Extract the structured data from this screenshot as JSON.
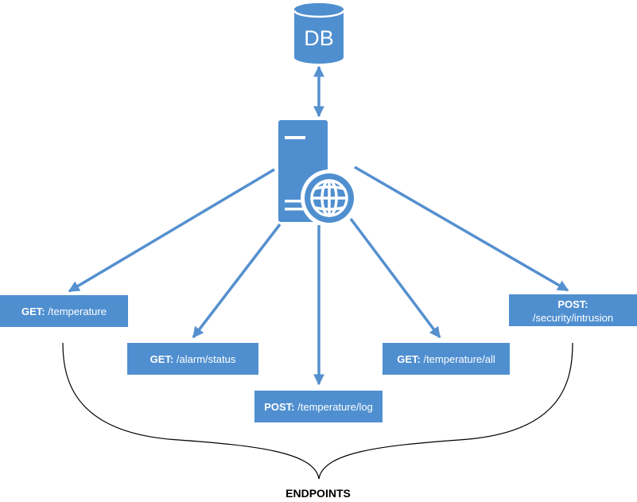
{
  "database": {
    "label": "DB"
  },
  "server": {
    "icon": "web-server-icon",
    "color": "#4f8fd0"
  },
  "endpoints": [
    {
      "method": "GET:",
      "path": "/temperature"
    },
    {
      "method": "GET:",
      "path": "/alarm/status"
    },
    {
      "method": "POST:",
      "path": "/temperature/log"
    },
    {
      "method": "GET:",
      "path": "/temperature/all"
    },
    {
      "method": "POST:",
      "path": "/security/intrusion"
    }
  ],
  "brace": {
    "label": "ENDPOINTS"
  },
  "colors": {
    "accent": "#4f8fd0",
    "connector": "#5590cf",
    "text_on_accent": "#ffffff"
  }
}
